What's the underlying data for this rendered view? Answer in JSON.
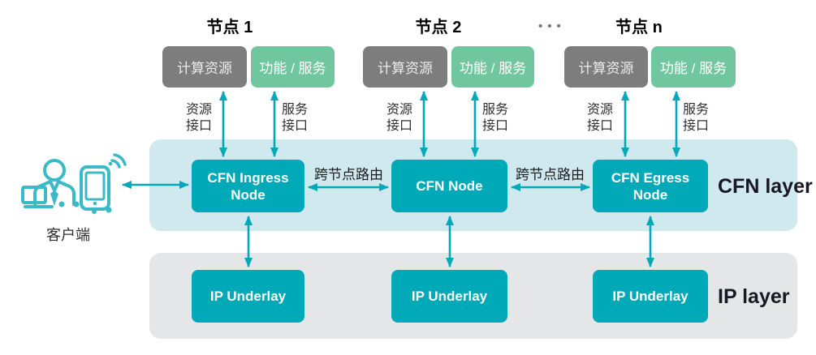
{
  "nodes": [
    {
      "title": "节点 1",
      "compute_label": "计算资源",
      "function_label": "功能 / 服务",
      "resource_interface_label": "资源\n接口",
      "service_interface_label": "服务\n接口",
      "cfn_node_label": "CFN Ingress\nNode",
      "ip_node_label": "IP Underlay"
    },
    {
      "title": "节点 2",
      "compute_label": "计算资源",
      "function_label": "功能 / 服务",
      "resource_interface_label": "资源\n接口",
      "service_interface_label": "服务\n接口",
      "cfn_node_label": "CFN Node",
      "ip_node_label": "IP Underlay"
    },
    {
      "title": "节点 n",
      "compute_label": "计算资源",
      "function_label": "功能 / 服务",
      "resource_interface_label": "资源\n接口",
      "service_interface_label": "服务\n接口",
      "cfn_node_label": "CFN Egress\nNode",
      "ip_node_label": "IP Underlay"
    }
  ],
  "ellipsis": "•••",
  "connections": {
    "cross_node_routing_1": "跨节点路由",
    "cross_node_routing_2": "跨节点路由"
  },
  "client": {
    "label": "客户端"
  },
  "layers": {
    "cfn": {
      "label": "CFN layer"
    },
    "ip": {
      "label": "IP layer"
    }
  },
  "colors": {
    "teal": "#00a9b7",
    "green": "#70c69e",
    "gray_box": "#7d7d7d",
    "cfn_band": "#cfe9ef",
    "ip_band": "#e5e6e7",
    "icon_teal": "#3cb9c6"
  }
}
